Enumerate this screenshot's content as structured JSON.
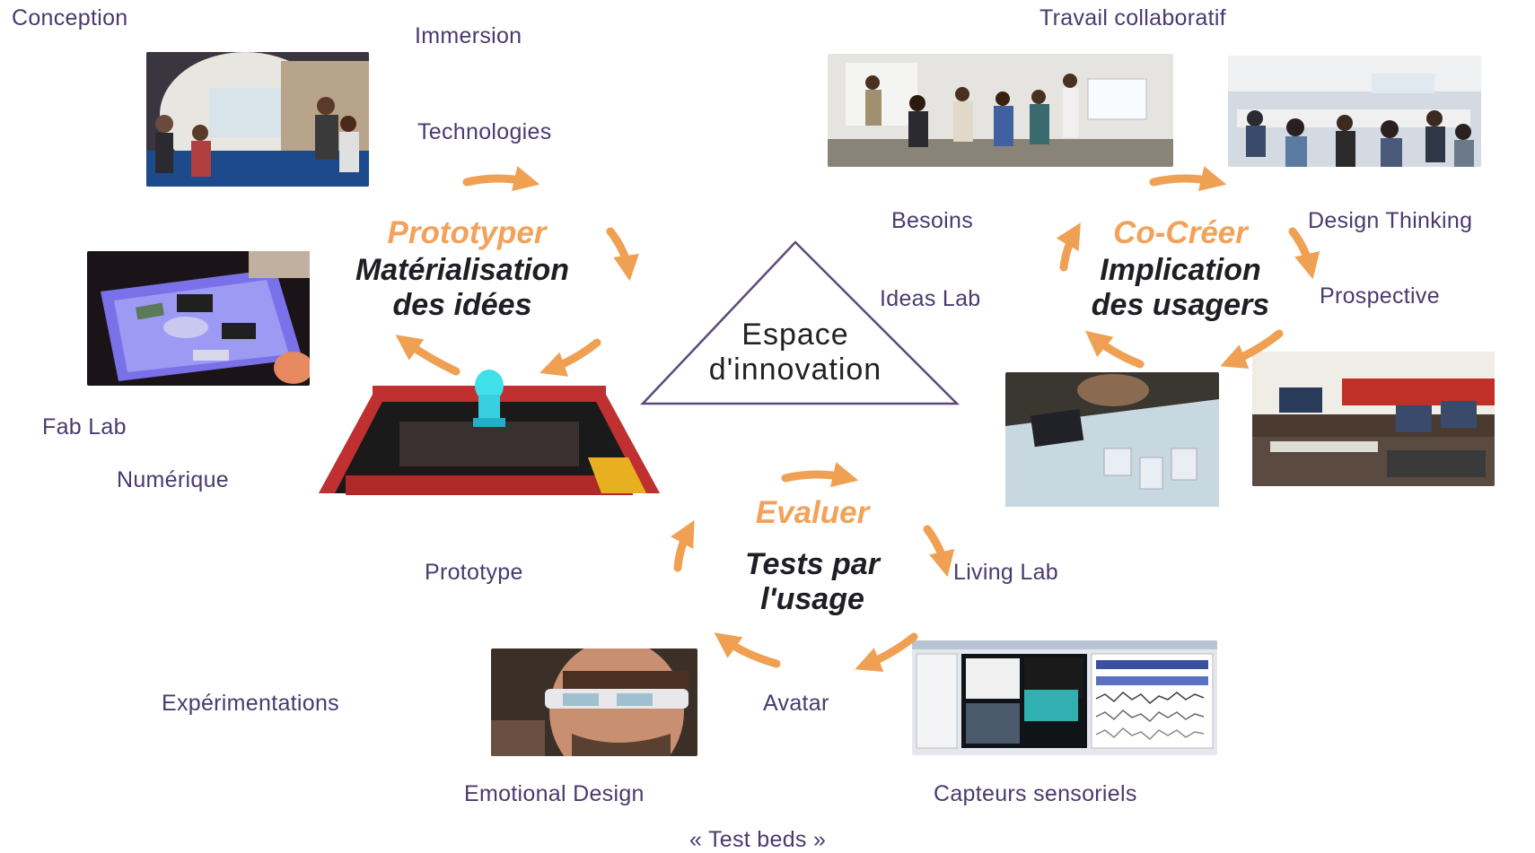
{
  "keywords": {
    "conception": "Conception",
    "immersion": "Immersion",
    "technologies": "Technologies",
    "fab_lab": "Fab Lab",
    "numerique": "Numérique",
    "travail_collaboratif": "Travail collaboratif",
    "besoins": "Besoins",
    "ideas_lab": "Ideas Lab",
    "design_thinking": "Design Thinking",
    "prospective": "Prospective",
    "prototype": "Prototype",
    "living_lab": "Living Lab",
    "experimentations": "Expérimentations",
    "avatar": "Avatar",
    "emotional_design": "Emotional Design",
    "capteurs_sensoriels": "Capteurs sensoriels",
    "test_beds": "« Test beds »"
  },
  "cycles": {
    "prototyper": {
      "title": "Prototyper",
      "line1": "Matérialisation",
      "line2": "des idées"
    },
    "cocreer": {
      "title": "Co-Créer",
      "line1": "Implication",
      "line2": "des usagers"
    },
    "evaluer": {
      "title": "Evaluer",
      "line1": "Tests par",
      "line2": "l'usage"
    }
  },
  "center": {
    "line1": "Espace",
    "line2": "d'innovation"
  },
  "colors": {
    "arrow": "#f0a052",
    "keyword": "#4a3a6e",
    "title_orange": "#f2a25a",
    "triangle": "#5a4a7a"
  }
}
